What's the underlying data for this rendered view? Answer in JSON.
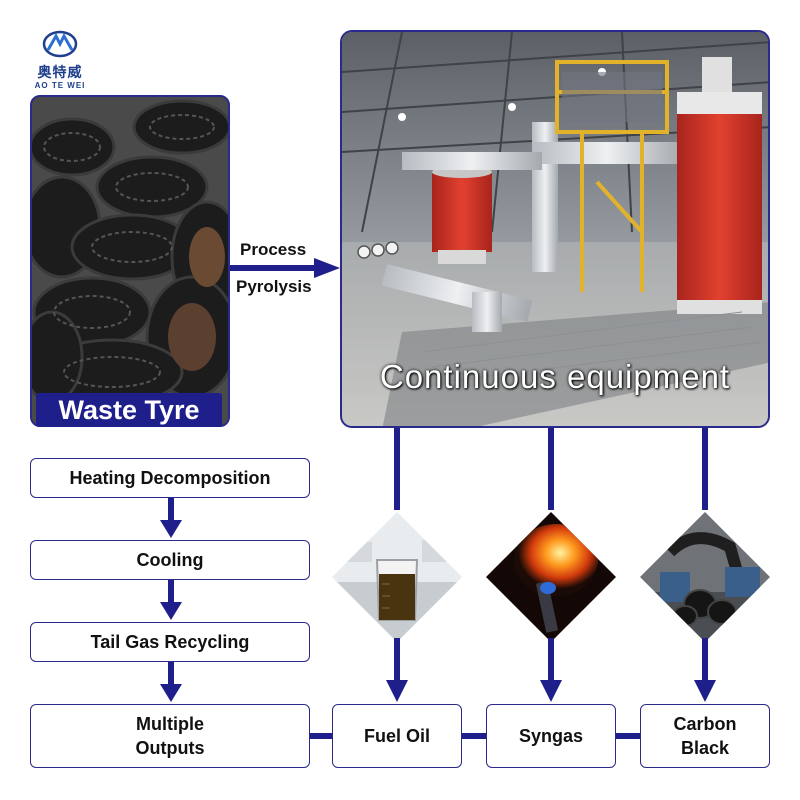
{
  "logo": {
    "cn": "奥特威",
    "en": "AO TE WEI"
  },
  "input": {
    "label": "Waste Tyre"
  },
  "arrow": {
    "line1": "Process",
    "line2": "Pyrolysis"
  },
  "plant": {
    "caption": "Continuous equipment"
  },
  "steps": [
    {
      "label": "Heating Decomposition"
    },
    {
      "label": "Cooling"
    },
    {
      "label": "Tail Gas Recycling"
    },
    {
      "label": "Multiple Outputs"
    }
  ],
  "outputs": [
    {
      "label": "Fuel Oil",
      "icon": "fuel-oil-beaker-icon"
    },
    {
      "label": "Syngas",
      "icon": "syngas-flame-icon"
    },
    {
      "label": "Carbon Black",
      "icon": "carbon-black-machine-icon"
    }
  ],
  "colors": {
    "accent": "#1f1f8c",
    "box_border": "#2a2a8c",
    "plant_red": "#d8342a"
  }
}
